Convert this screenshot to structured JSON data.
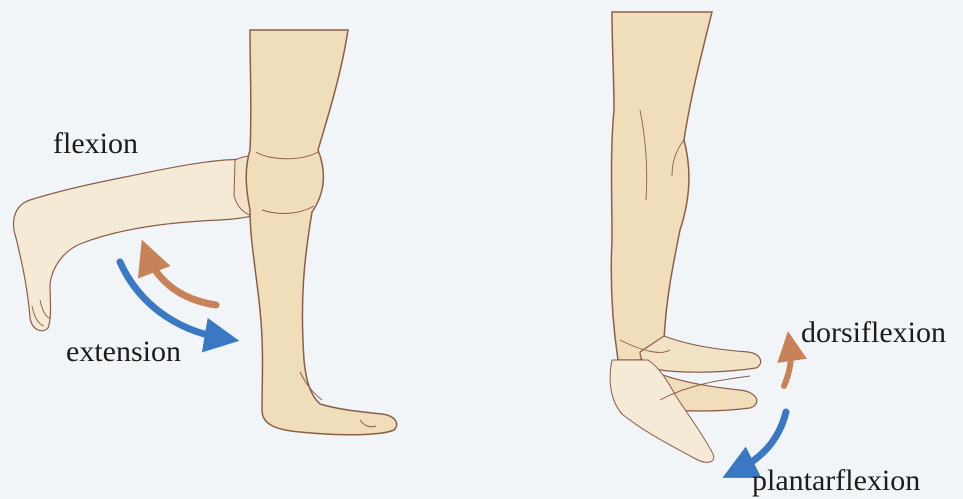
{
  "labels": {
    "flexion": "flexion",
    "extension": "extension",
    "dorsiflexion": "dorsiflexion",
    "plantarflexion": "plantarflexion"
  },
  "colors": {
    "background": "#f2f5f8",
    "skin": "#f0ddb9",
    "skin_faded": "#f5ead6",
    "outline": "#8a5e4c",
    "flexion_arrow": "#c8825a",
    "extension_arrow": "#3a78c4",
    "text": "#1c1c1c"
  }
}
